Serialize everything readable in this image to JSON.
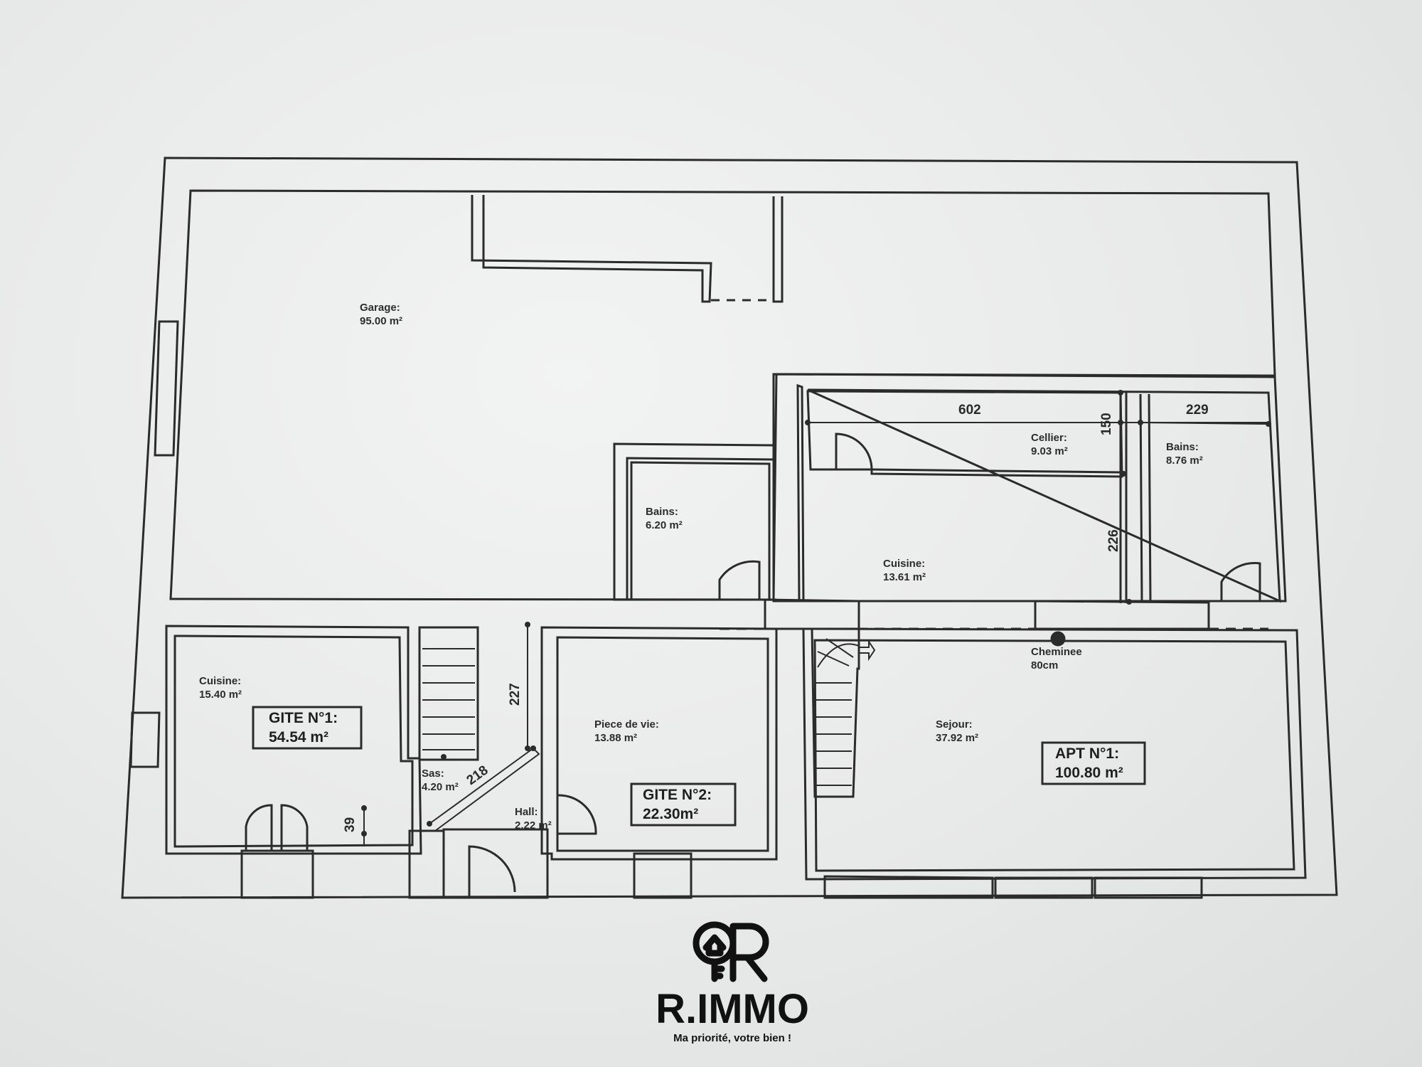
{
  "rooms": {
    "garage": {
      "name": "Garage:",
      "area": "95.00 m²"
    },
    "bains_a": {
      "name": "Bains:",
      "area": "6.20 m²"
    },
    "cellier": {
      "name": "Cellier:",
      "area": "9.03 m²"
    },
    "bains_b": {
      "name": "Bains:",
      "area": "8.76 m²"
    },
    "cuisine_apt": {
      "name": "Cuisine:",
      "area": "13.61 m²"
    },
    "cheminee": {
      "name": "Cheminee",
      "area": "80cm"
    },
    "sejour": {
      "name": "Sejour:",
      "area": "37.92 m²"
    },
    "cuisine_gite1": {
      "name": "Cuisine:",
      "area": "15.40 m²"
    },
    "sas": {
      "name": "Sas:",
      "area": "4.20 m²"
    },
    "hall": {
      "name": "Hall:",
      "area": "2.22 m²"
    },
    "piece_de_vie": {
      "name": "Piece de vie:",
      "area": "13.88 m²"
    }
  },
  "units": {
    "gite1": {
      "title": "GITE N°1:",
      "area": "54.54 m²"
    },
    "gite2": {
      "title": "GITE N°2:",
      "area": "22.30m²"
    },
    "apt1": {
      "title": "APT N°1:",
      "area": "100.80 m²"
    }
  },
  "dimensions": {
    "cellier_width": "602",
    "bains_width": "229",
    "cellier_depth": "150",
    "kitchen_depth": "226",
    "sas_height": "227",
    "stair_length": "218",
    "window_offset": "39"
  },
  "logo": {
    "brand": "R.IMMO",
    "tagline": "Ma priorité, votre bien !"
  },
  "colors": {
    "ink": "#2b2b2b",
    "paper": "#eceded",
    "logo": "#111111"
  }
}
